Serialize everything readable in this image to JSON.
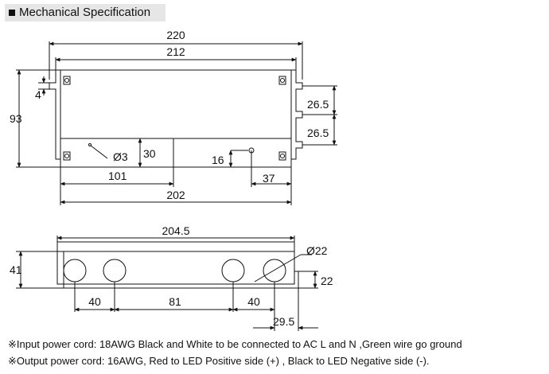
{
  "header": {
    "title": "Mechanical Specification"
  },
  "top_view": {
    "dims": {
      "overall_length": "220",
      "mount_spacing": "212",
      "height": "93",
      "slot": "4",
      "side_gap_top": "26.5",
      "side_gap_bottom": "26.5",
      "hole_dia": "Ø3",
      "hole_height": "30",
      "hole_offset": "101",
      "base_length": "202",
      "led_offset_y": "16",
      "led_offset_x": "37"
    }
  },
  "side_view": {
    "dims": {
      "length": "204.5",
      "gland_dia": "Ø22",
      "height": "41",
      "gland_height": "22",
      "pitch_left": "40",
      "pitch_mid": "81",
      "pitch_right": "40",
      "end_offset": "29.5"
    }
  },
  "notes": {
    "input": "※Input power cord: 18AWG Black and White to be connected to AC L and N ,Green wire go ground",
    "output": "※Output power cord: 16AWG, Red to LED Positive side (+) , Black to LED Negative side (-)."
  }
}
